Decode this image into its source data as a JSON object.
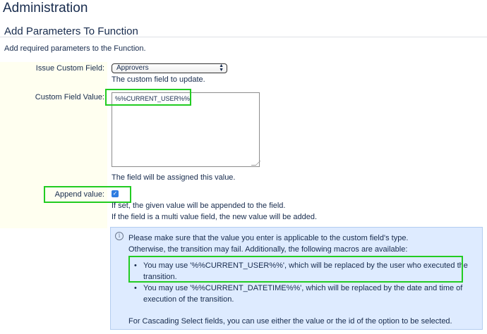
{
  "header": {
    "title": "Administration"
  },
  "section": {
    "title": "Add Parameters To Function",
    "intro": "Add required parameters to the Function."
  },
  "form": {
    "issue_field": {
      "label": "Issue Custom Field:",
      "selected": "Approvers",
      "help": "The custom field to update."
    },
    "field_value": {
      "label": "Custom Field Value:",
      "value": "%%CURRENT_USER%%",
      "help": "The field will be assigned this value."
    },
    "append": {
      "label": "Append value:",
      "checked": true,
      "help1": "If set, the given value will be appended to the field.",
      "help2": "If the field is a multi value field, the new value will be added."
    }
  },
  "info": {
    "line1": "Please make sure that the value you enter is applicable to the custom field's type.",
    "line2": "Otherwise, the transition may fail. Additionally, the following macros are available:",
    "bullets": [
      "You may use '%%CURRENT_USER%%', which will be replaced by the user who executed the transition.",
      "You may use '%%CURRENT_DATETIME%%', which will be replaced by the date and time of execution of the transition."
    ],
    "footer": "For Cascading Select fields, you can use either the value or the id of the option to be selected."
  },
  "colors": {
    "highlight": "#22cc22",
    "info_bg": "#deebff",
    "form_bg": "#fffff0",
    "accent": "#2f7de1"
  }
}
